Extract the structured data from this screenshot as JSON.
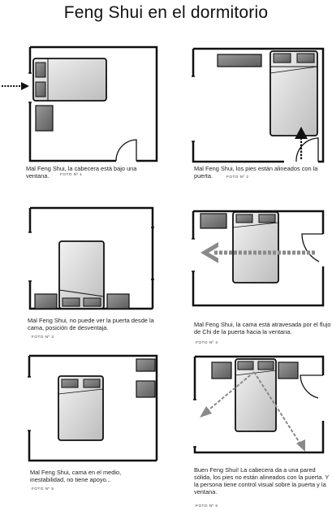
{
  "title": "Feng Shui en el dormitorio",
  "panels": [
    {
      "id": "1",
      "caption": "Mal Feng Shui, la cabecera está bajo una ventana.",
      "foto": "FOTO Nº 1"
    },
    {
      "id": "2",
      "caption": "Mal Feng Shui, los pies están alineados con la puerta.",
      "foto": "FOTO Nº 2"
    },
    {
      "id": "3",
      "caption": "Mal Feng Shui, no puede ver la puerta desde la cama, posición de desventaja.",
      "foto": "FOTO Nº 3"
    },
    {
      "id": "4",
      "caption": "Mal Feng Shui, la cama está atravesada por el flujo de Chi de la puerta hacia la ventana.",
      "foto": "FOTO Nº 4"
    },
    {
      "id": "5",
      "caption": "Mal Feng Shui, cama en el medio, inestabilidad, no tiene apoyo...",
      "foto": "FOTO Nº 5"
    },
    {
      "id": "6",
      "caption": "Buen Feng Shui! La cabecera da a una pared sólida, los pies no están alineados con la puerta. Y la persona tiene control visual sobre la puerta y la ventana.",
      "foto": "FOTO Nº 6"
    }
  ]
}
